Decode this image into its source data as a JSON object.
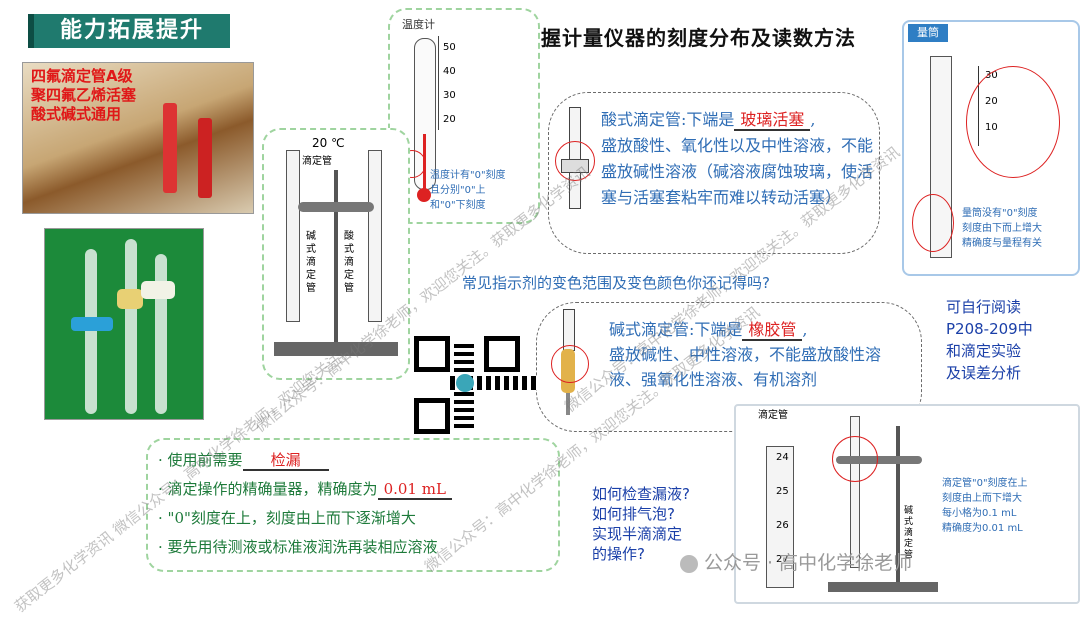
{
  "header": {
    "badge": "能力拓展提升",
    "title": "掌握计量仪器的刻度分布及读数方法"
  },
  "photo_caption": [
    "四氟滴定管A级",
    "聚四氟乙烯活塞",
    "酸式碱式通用"
  ],
  "thermometer": {
    "label": "温度计",
    "scale": [
      "50",
      "40",
      "30",
      "20"
    ],
    "note": [
      "温度计有\"0\"刻度",
      "且分别\"0\"上",
      "和\"0\"下刻度"
    ]
  },
  "stand": {
    "temp": "20 ℃",
    "burette_label": "滴定管",
    "base_label": "碱式滴定管",
    "acid_label": "酸式滴定管"
  },
  "acid_cloud": {
    "line1_pre": "酸式滴定管:下端是",
    "line1_fill": "玻璃活塞",
    "line1_post": ",",
    "body": "盛放酸性、氧化性以及中性溶液，不能盛放碱性溶液（碱溶液腐蚀玻璃，使活塞与活塞套粘牢而难以转动活塞）"
  },
  "question": "常见指示剂的变色范围及变色颜色你还记得吗?",
  "base_cloud": {
    "line1_pre": "碱式滴定管:下端是",
    "line1_fill": "橡胶管",
    "line1_post": ",",
    "body": "盛放碱性、中性溶液，不能盛放酸性溶液、强氧化性溶液、有机溶剂"
  },
  "cylinder": {
    "label": "量筒",
    "scale": [
      "30",
      "20",
      "10"
    ],
    "note": [
      "量筒没有\"0\"刻度",
      "刻度由下而上增大",
      "精确度与量程有关"
    ]
  },
  "reading": [
    "可自行阅读",
    "P208-209中",
    "和滴定实验",
    "及误差分析"
  ],
  "bullets": {
    "b1_pre": "使用前需要",
    "b1_fill": "检漏",
    "b2_pre": "滴定操作的精确量器，精确度为",
    "b2_fill": "0.01 mL",
    "b3": "\"0\"刻度在上，刻度由上而下逐渐增大",
    "b4": "要先用待测液或标准液润洗再装相应溶液"
  },
  "questions2": [
    "如何检查漏液?",
    "如何排气泡?",
    "实现半滴滴定",
    "的操作?"
  ],
  "burette_detail": {
    "label": "滴定管",
    "scale": [
      "24",
      "25",
      "26",
      "27"
    ],
    "stand_label": "碱式滴定管",
    "note": [
      "滴定管\"0\"刻度在上",
      "刻度由上而下增大",
      "每小格为0.1 mL",
      "精确度为0.01 mL"
    ]
  },
  "footer_brand": "公众号 · 高中化学徐老师",
  "watermarks": [
    "微信公众号：高中化学徐老师，欢迎您关注。获取更多化学资讯",
    "微信公众号：高中化学徐老师，欢迎您关注。获取更多化学资讯",
    "微信公众号：高中化学徐老师，欢迎您关注。获取更多化学资讯",
    "获取更多化学资讯 微信公众号：高中化学徐老师，欢迎您关注。"
  ],
  "colors": {
    "badge": "#1f7a6e",
    "accent_red": "#d22222",
    "text_blue": "#2f6db5"
  }
}
